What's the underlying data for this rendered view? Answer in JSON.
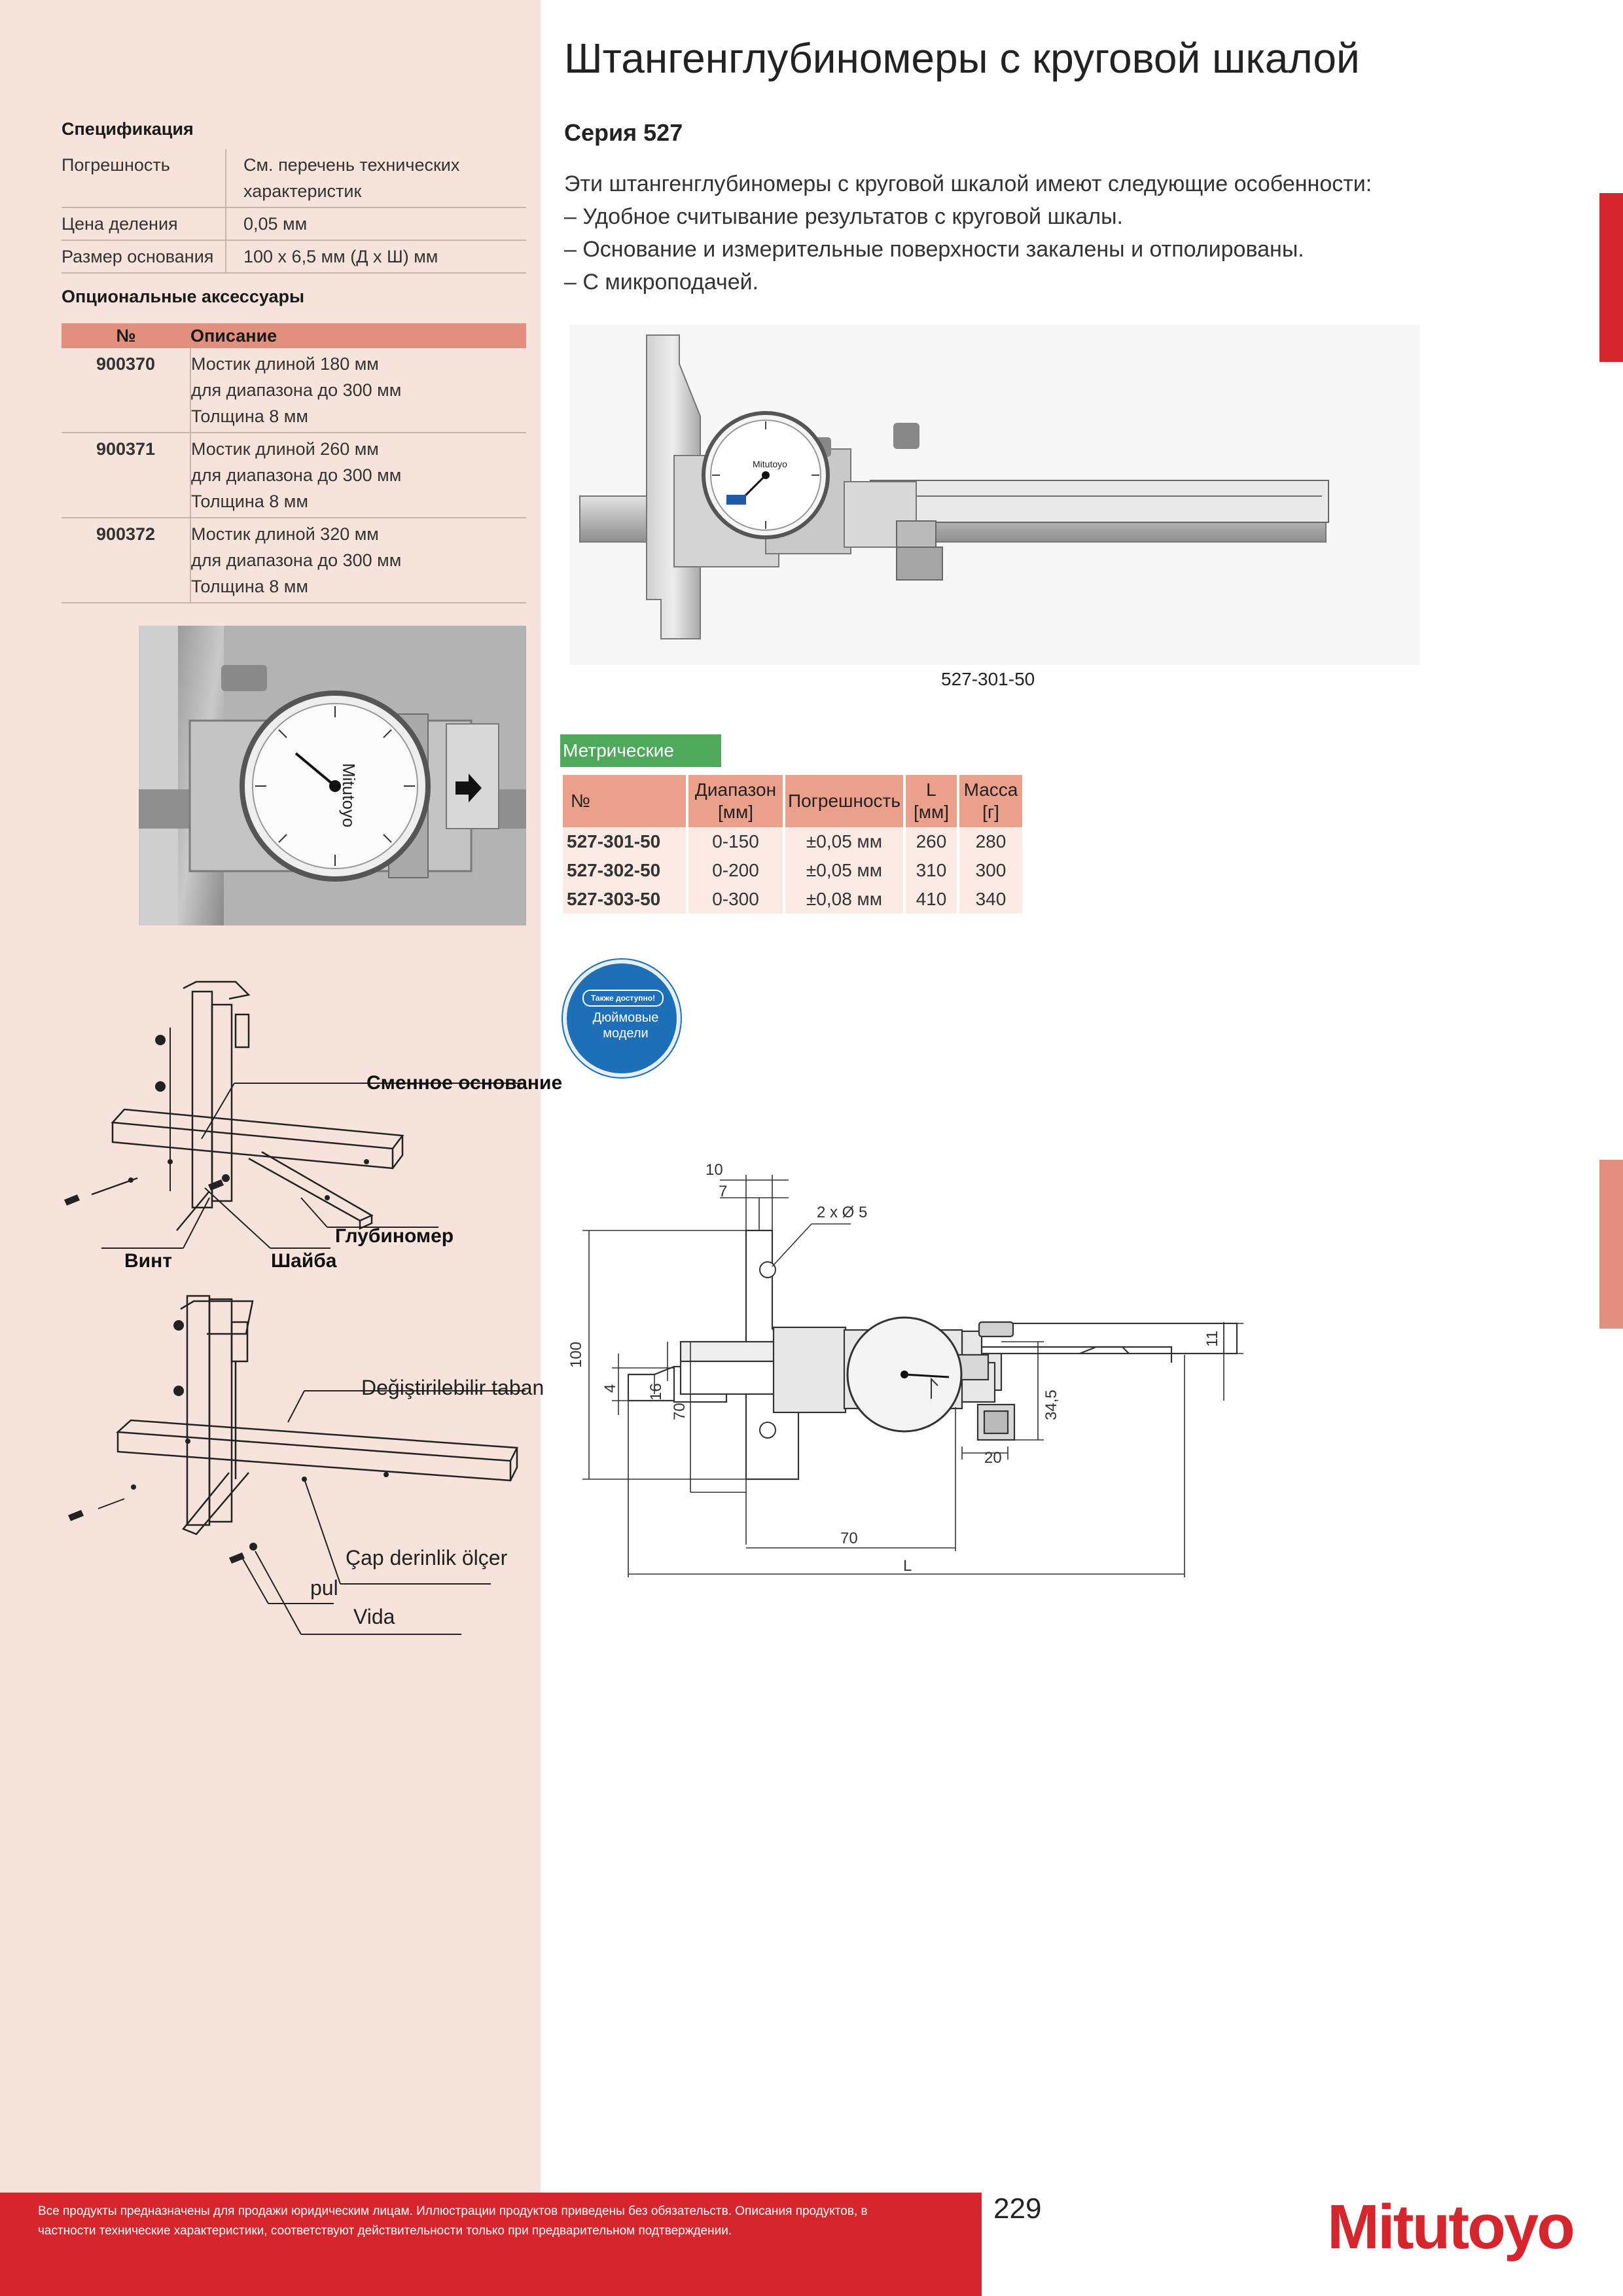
{
  "title": "Штангенглубиномеры с круговой шкалой",
  "series": "Серия 527",
  "intro": {
    "lead": "Эти штангенглубиномеры с круговой шкалой имеют следующие особенности:",
    "bullets": [
      "– Удобное считывание результатов с круговой шкалы.",
      "– Основание и измерительные поверхности закалены и отполированы.",
      "– С микроподачей."
    ]
  },
  "spec": {
    "heading": "Спецификация",
    "rows": [
      {
        "label": "Погрешность",
        "value_line1": "См. перечень технических",
        "value_line2": "характеристик"
      },
      {
        "label": "Цена деления",
        "value_line1": "0,05 мм",
        "value_line2": ""
      },
      {
        "label": "Размер основания",
        "value_line1": "100 x 6,5 мм (Д x Ш) мм",
        "value_line2": ""
      }
    ]
  },
  "accessories": {
    "heading": "Опциональные аксессуары",
    "col_no": "№",
    "col_desc": "Описание",
    "rows": [
      {
        "no": "900370",
        "l1": "Мостик длиной 180 мм",
        "l2": "для диапазона до 300 мм",
        "l3": "Толщина 8 мм"
      },
      {
        "no": "900371",
        "l1": "Мостик длиной 260 мм",
        "l2": "для диапазона до 300 мм",
        "l3": "Толщина 8 мм"
      },
      {
        "no": "900372",
        "l1": "Мостик длиной 320 мм",
        "l2": "для диапазона до 300 мм",
        "l3": "Толщина 8 мм"
      }
    ]
  },
  "product_caption": "527-301-50",
  "metric_tag": "Метрические",
  "table": {
    "headers": [
      "№",
      "Диапазон\n[мм]",
      "Погрешность",
      "L\n[мм]",
      "Масса\n[г]"
    ],
    "rows": [
      [
        "527-301-50",
        "0-150",
        "±0,05 мм",
        "260",
        "280"
      ],
      [
        "527-302-50",
        "0-200",
        "±0,05 мм",
        "310",
        "300"
      ],
      [
        "527-303-50",
        "0-300",
        "±0,08 мм",
        "410",
        "340"
      ]
    ]
  },
  "badge": {
    "top": "Также доступно!",
    "line1": "Дюймовые",
    "line2": "модели"
  },
  "assembly_ru": {
    "base": "Сменное основание",
    "gauge": "Глубиномер",
    "screw": "Винт",
    "washer": "Шайба"
  },
  "assembly_tr": {
    "base": "Değiştirilebilir taban",
    "gauge": "Çap derinlik ölçer",
    "washer": "pul",
    "screw": "Vida"
  },
  "dimensions": {
    "d10": "10",
    "d7": "7",
    "holes": "2 x Ø 5",
    "d100": "100",
    "d4": "4",
    "d16": "16",
    "d70v": "70",
    "d34": "34,5",
    "d20": "20",
    "d11": "11",
    "d70h": "70",
    "dL": "L"
  },
  "dial_brand": "Mitutoyo",
  "footer": {
    "disclaimer1": "Все продукты предназначены для продажи юридическим лицам. Иллюстрации продуктов приведены без обязательств. Описания продуктов, в",
    "disclaimer2": "частности технические характеристики, соответствуют действительности только при предварительном подтверждении.",
    "page": "229",
    "logo": "Mitutoyo"
  },
  "colors": {
    "accent_red": "#d5262d",
    "salmon": "#e0907c",
    "left_bg": "#f5e3dc",
    "green": "#4eaa5a",
    "badge_blue": "#1d6fb8"
  }
}
